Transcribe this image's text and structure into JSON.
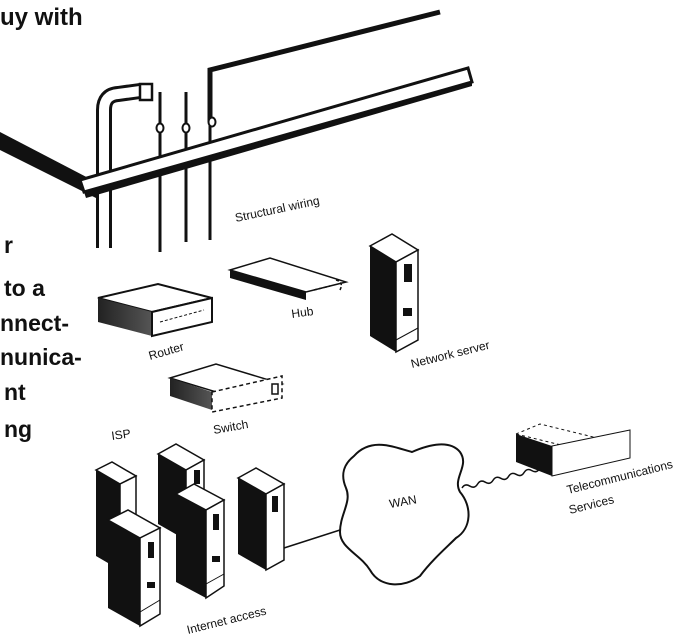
{
  "heading_fragment": "uy with",
  "text_fragments": [
    "r",
    "to a",
    "nnect-",
    "nunica-",
    "nt",
    "ng"
  ],
  "labels": {
    "structural_wiring": "Structural wiring",
    "hub": "Hub",
    "router": "Router",
    "network_server": "Network server",
    "switch": "Switch",
    "isp": "ISP",
    "wan": "WAN",
    "telecom_line1": "Telecommunications",
    "telecom_line2": "Services",
    "internet_access": "Internet access"
  },
  "colors": {
    "ink": "#111111",
    "paper": "#ffffff",
    "shade": "#cfcfcf"
  }
}
